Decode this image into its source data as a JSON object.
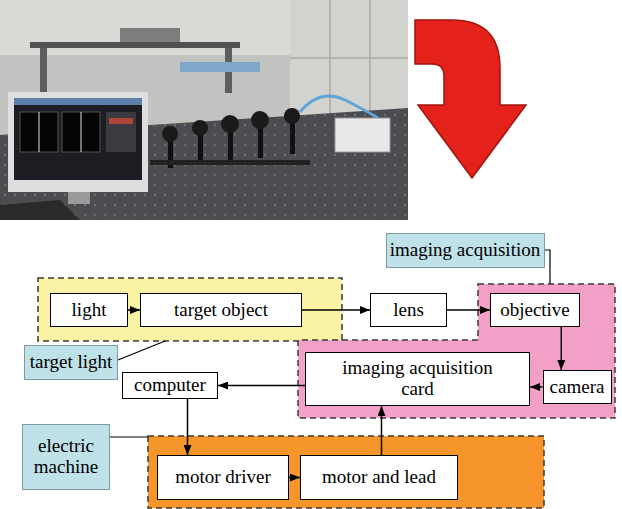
{
  "diagram": {
    "nodes": [
      {
        "text": [
          "target light"
        ]
      },
      {
        "text": [
          "light"
        ],
        "in": 0
      },
      {
        "text": [
          "target object"
        ],
        "in": 0
      },
      {
        "text": [
          "lens"
        ]
      },
      {
        "text": [
          "imaging acquisition"
        ]
      },
      {
        "text": [
          "objective"
        ],
        "in": 4
      },
      {
        "text": [
          "imaging acquisition card"
        ],
        "in": 4
      },
      {
        "text": [
          "camera"
        ],
        "in": 4
      },
      {
        "text": [
          "computer"
        ]
      },
      {
        "text": [
          "electric machine"
        ]
      },
      {
        "text": [
          "motor driver"
        ],
        "in": 9
      },
      {
        "text": [
          "motor and lead"
        ],
        "in": 9
      }
    ],
    "edges": [
      {
        "from": 1,
        "to": 2,
        "arrow": "to"
      },
      {
        "from": 2,
        "to": 3,
        "arrow": "to"
      },
      {
        "from": 3,
        "to": 5,
        "arrow": "to"
      },
      {
        "from": 5,
        "to": 7,
        "arrow": "to"
      },
      {
        "from": 7,
        "to": 6,
        "arrow": "to"
      },
      {
        "from": 6,
        "to": 8,
        "arrow": "to"
      },
      {
        "from": 8,
        "to": 10,
        "arrow": "to"
      },
      {
        "from": 10,
        "to": 11,
        "arrow": "to"
      },
      {
        "from": 11,
        "to": 6,
        "arrow": "to"
      }
    ]
  }
}
